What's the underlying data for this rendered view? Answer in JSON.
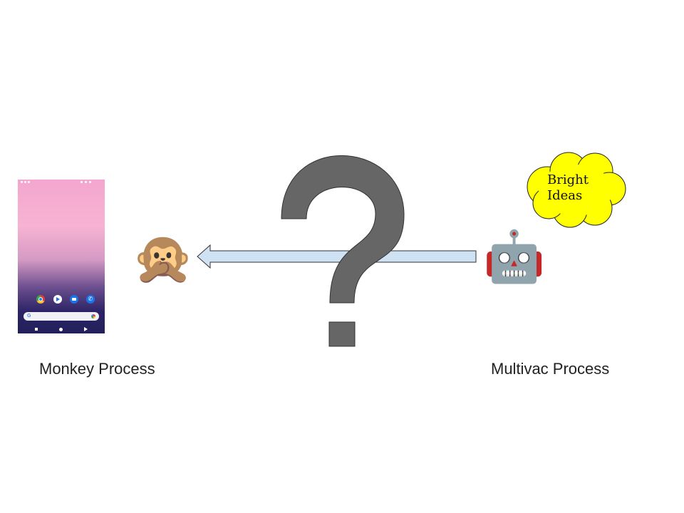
{
  "labels": {
    "monkey_process": "Monkey Process",
    "multivac_process": "Multivac Process"
  },
  "cloud": {
    "text_line1": "Bright",
    "text_line2": "Ideas",
    "fill": "#ffff00",
    "stroke": "#222222"
  },
  "question_mark": {
    "glyph": "?",
    "fill": "#666666"
  },
  "arrow": {
    "direction": "left",
    "fill": "#cfe2f3",
    "stroke": "#333333"
  },
  "emoji": {
    "monkey": "🙊",
    "monkey_name": "speak-no-evil-monkey-icon",
    "robot": "🤖",
    "robot_name": "robot-icon"
  },
  "phone_screenshot": {
    "description_visible": "android-home-screen",
    "dock_apps": [
      "chrome-icon",
      "play-store-icon",
      "messages-icon",
      "phone-dialer-icon"
    ]
  }
}
